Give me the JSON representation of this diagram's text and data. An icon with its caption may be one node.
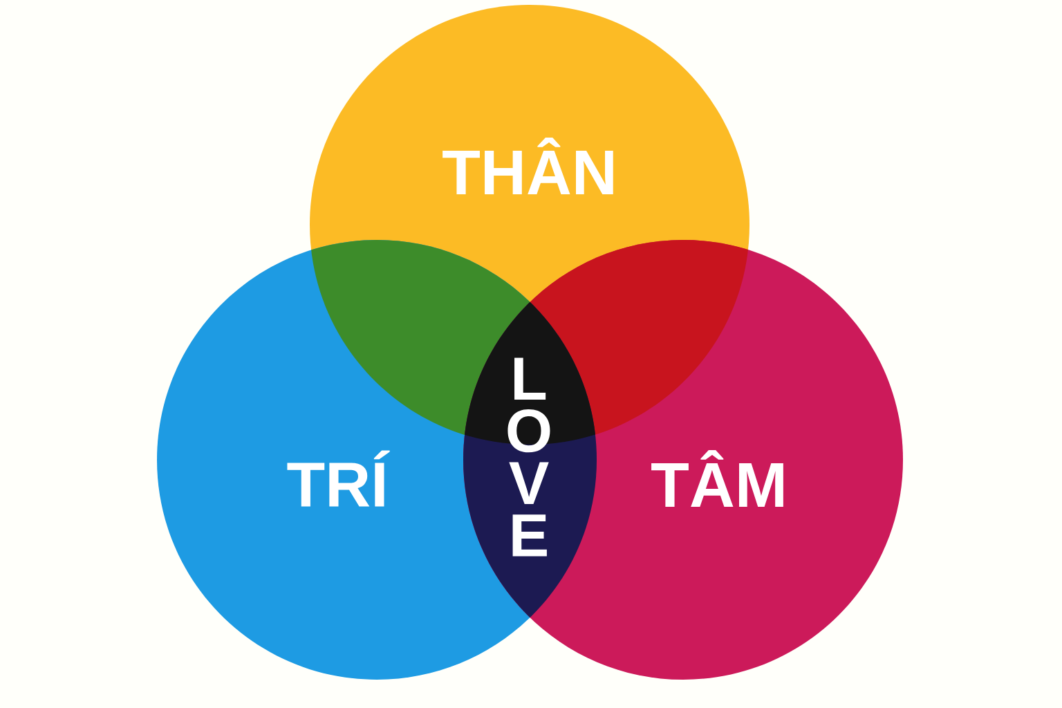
{
  "diagram": {
    "nodes": [
      {
        "text": [
          "THÂN"
        ]
      },
      {
        "text": [
          "TRÍ"
        ]
      },
      {
        "text": [
          "TÂM"
        ]
      }
    ],
    "labels": [
      "LOVE"
    ]
  }
}
